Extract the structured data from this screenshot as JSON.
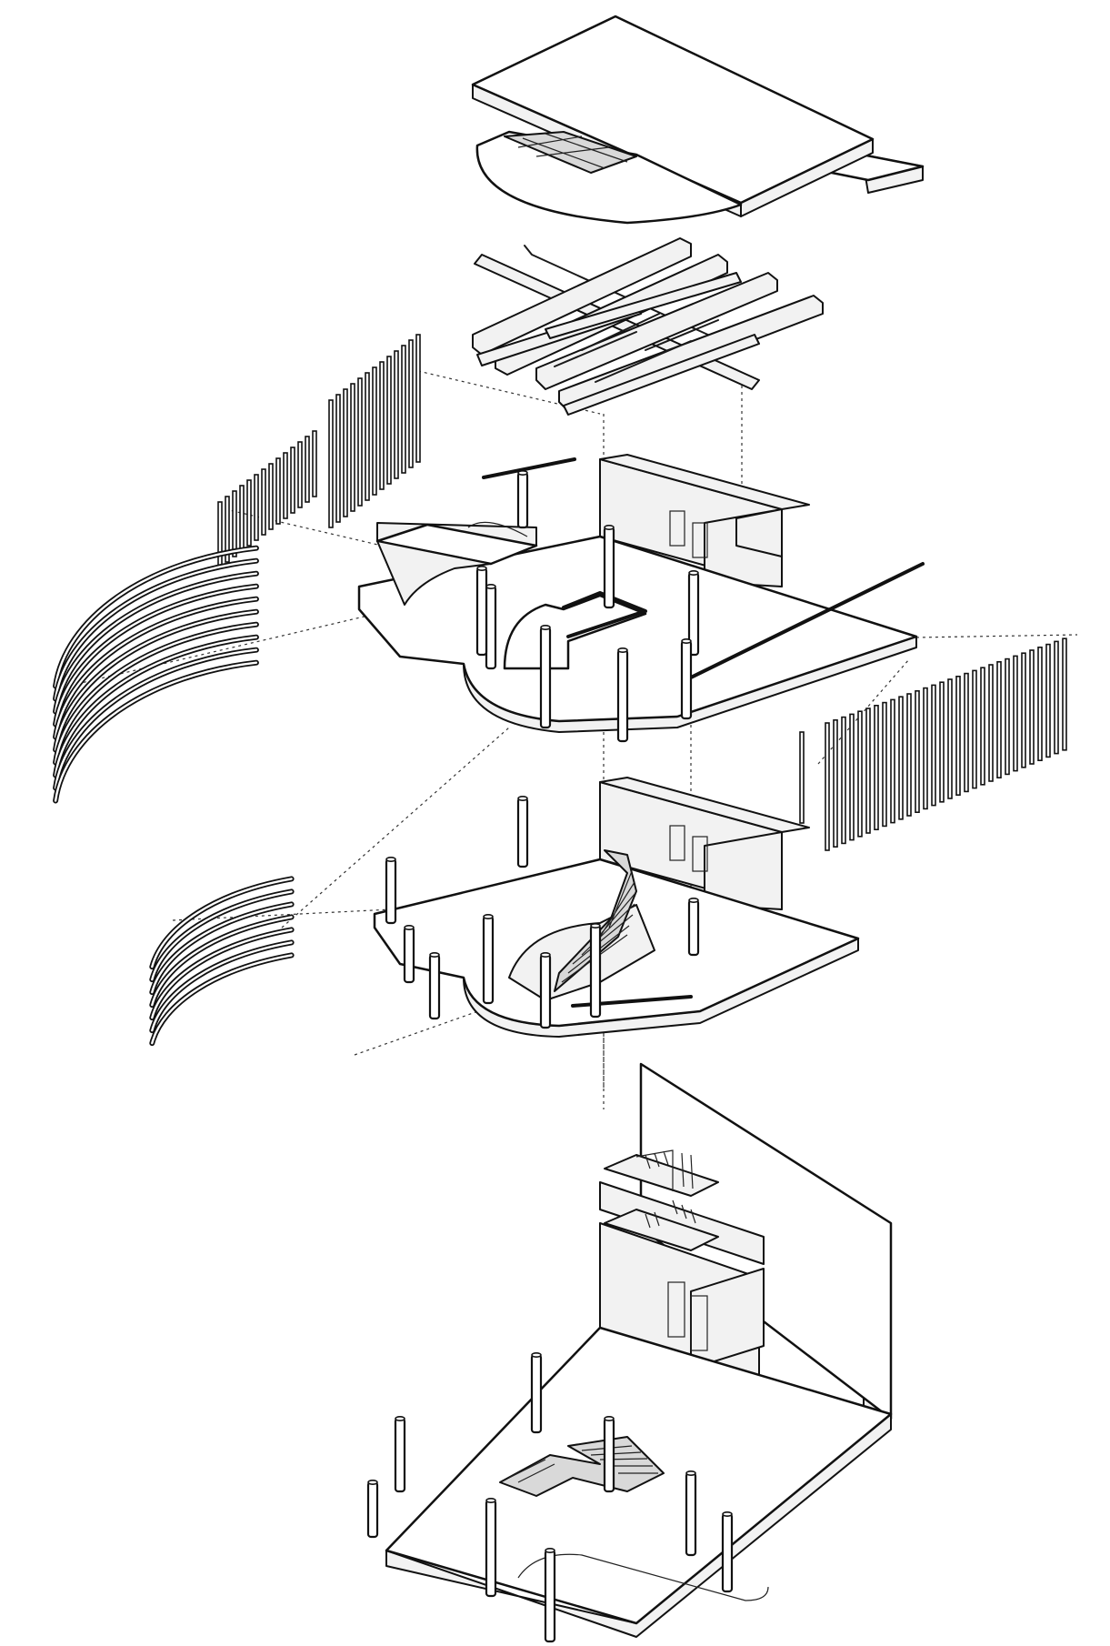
{
  "diagram": {
    "kind": "exploded axonometric architectural drawing",
    "layers": [
      "roof-slab",
      "roof-truss-grid",
      "upper-floor",
      "middle-floor",
      "ground-floor"
    ],
    "colors": {
      "line": "#111111",
      "fill": "#ffffff",
      "shade": "#f2f2f2",
      "dark_shade": "#d9d9d9"
    }
  }
}
